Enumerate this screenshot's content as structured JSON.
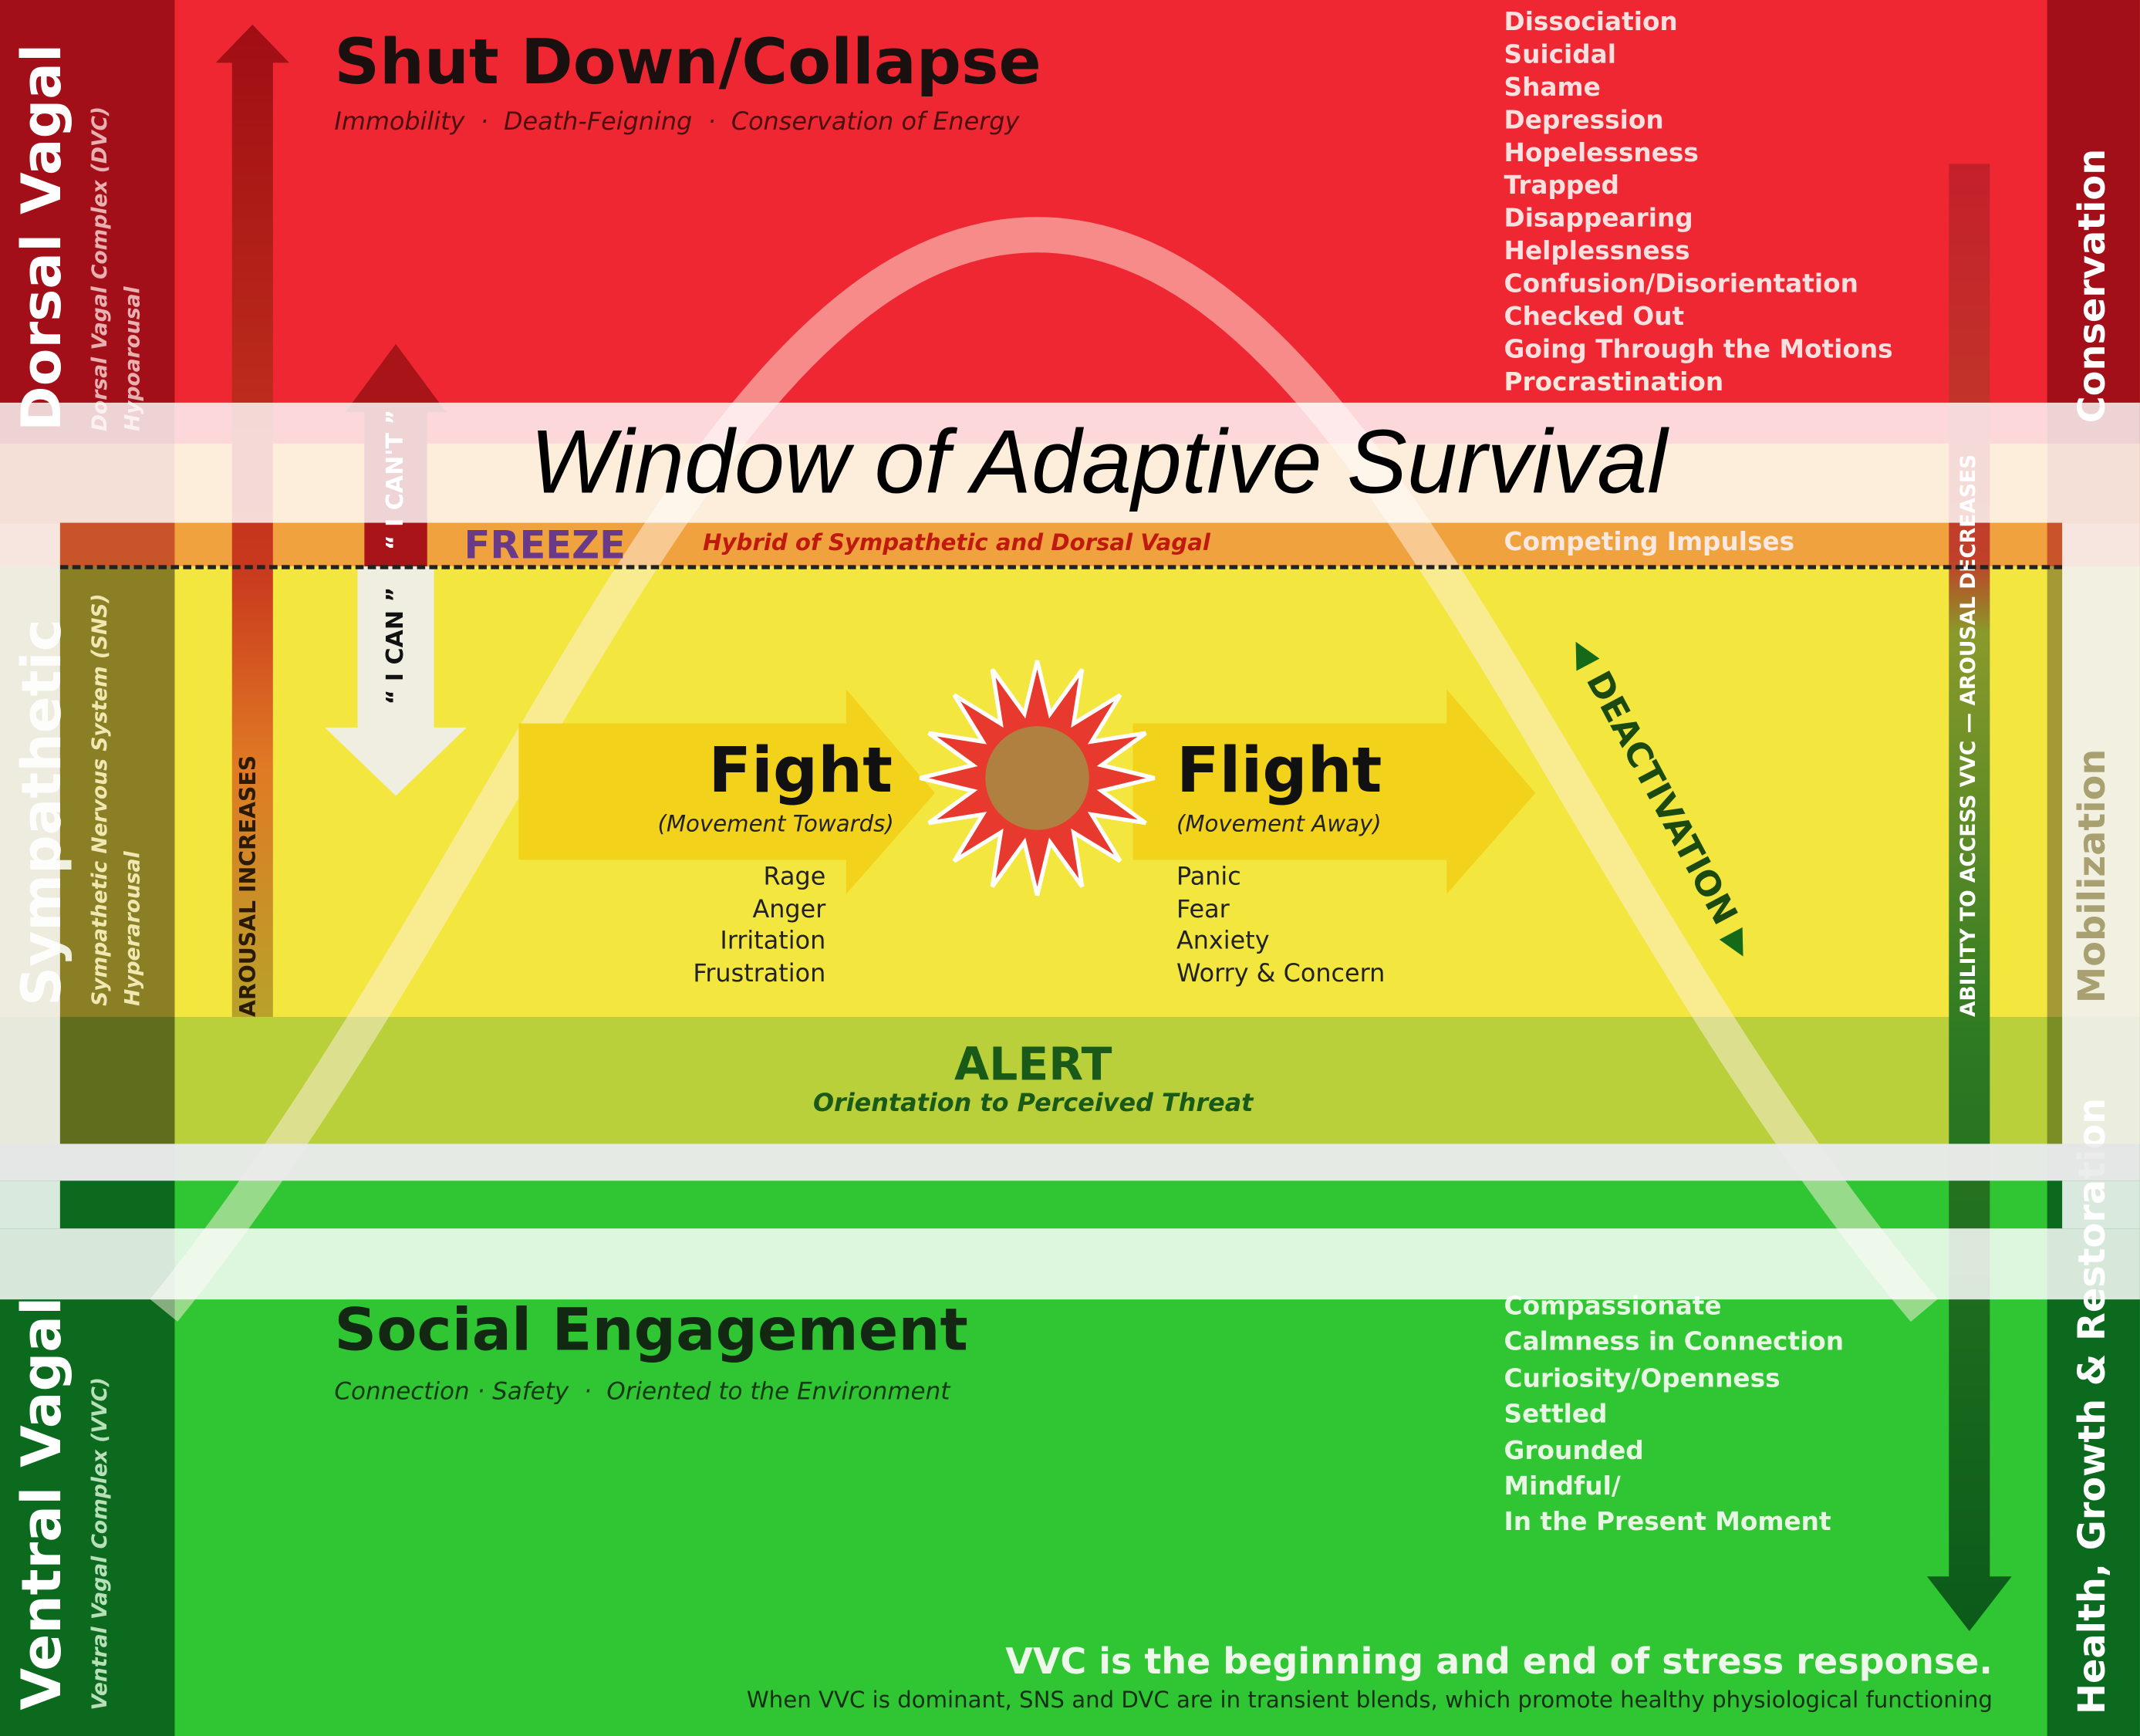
{
  "title": "Window of Adaptive Survival",
  "dorsal": {
    "side_title": "Dorsal Vagal",
    "side_sub1": "Dorsal Vagal Complex (DVC)",
    "side_sub2": "Hypoarousal",
    "heading": "Shut Down/Collapse",
    "subheading": "Immobility  ·  Death-Feigning  ·  Conservation of Energy",
    "items": [
      "Dissociation",
      "Suicidal",
      "Shame",
      "Depression",
      "Hopelessness",
      "Trapped",
      "Disappearing",
      "Helplessness",
      "Confusion/Disorientation",
      "Checked Out",
      "Going Through the Motions"
    ],
    "right_label": "Conservation"
  },
  "freeze": {
    "heading": "FREEZE",
    "subheading": "Hybrid of Sympathetic and Dorsal Vagal",
    "items": [
      "Procrastination",
      "Competing Impulses"
    ]
  },
  "sympathetic": {
    "side_title": "Sympathetic",
    "side_sub1": "Sympathetic Nervous System (SNS)",
    "side_sub2": "Hyperarousal",
    "right_label": "Mobilization",
    "fight": {
      "heading": "Fight",
      "sub": "(Movement Towards)",
      "items": [
        "Rage",
        "Anger",
        "Irritation",
        "Frustration"
      ]
    },
    "flight": {
      "heading": "Flight",
      "sub": "(Movement Away)",
      "items": [
        "Panic",
        "Fear",
        "Anxiety",
        "Worry & Concern"
      ]
    },
    "deactivation": "DEACTIVATION",
    "alert_heading": "ALERT",
    "alert_sub": "Orientation to Perceived Threat"
  },
  "arrows": {
    "arousal_increases": "AROUSAL INCREASES",
    "i_cant": "“ I CAN'T ”",
    "i_can": "“ I CAN ”",
    "arousal_decreases": "ABILITY TO ACCESS VVC — AROUSAL DECREASES"
  },
  "ventral": {
    "side_title": "Ventral Vagal",
    "side_sub1": "Ventral Vagal Complex (VVC)",
    "heading": "Social Engagement",
    "subheading": "Connection · Safety  ·  Oriented to the Environment",
    "items": [
      "Compassionate",
      "Calmness in Connection",
      "Curiosity/Openness",
      "Settled",
      "Grounded",
      "Mindful/",
      "In the Present Moment"
    ],
    "right_label": "Health, Growth & Restoration",
    "footer_bold": "VVC is the beginning and end of stress response.",
    "footer": "When VVC is dominant, SNS and DVC are in transient blends, which promote healthy physiological functioning"
  },
  "colors": {
    "red": "#ee2733",
    "orange": "#f0a23e",
    "yellow": "#f3e63f",
    "alert": "#b9d03a",
    "green": "#2fc533",
    "dark_red": "#a30f18",
    "dark_green": "#0b6a1d"
  }
}
